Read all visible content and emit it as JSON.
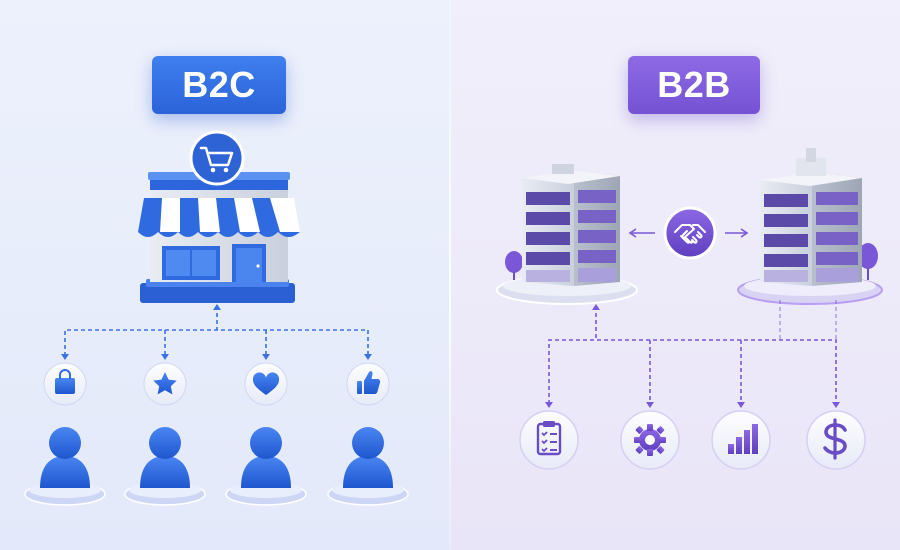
{
  "b2c": {
    "label": "B2C",
    "store_icon": "storefront-icon",
    "cart_icon": "shopping-cart-icon",
    "touchpoints": [
      {
        "name": "shopping-bag-icon"
      },
      {
        "name": "star-icon"
      },
      {
        "name": "heart-icon"
      },
      {
        "name": "thumbs-up-icon"
      }
    ],
    "customers": 4
  },
  "b2b": {
    "label": "B2B",
    "left_building_icon": "office-building-icon",
    "right_building_icon": "office-building-icon",
    "handshake_icon": "handshake-icon",
    "services": [
      {
        "name": "clipboard-checklist-icon"
      },
      {
        "name": "gear-icon"
      },
      {
        "name": "bar-chart-icon"
      },
      {
        "name": "dollar-icon"
      }
    ]
  },
  "colors": {
    "b2c_accent": "#2f6ae0",
    "b2b_accent": "#7a57d6"
  }
}
